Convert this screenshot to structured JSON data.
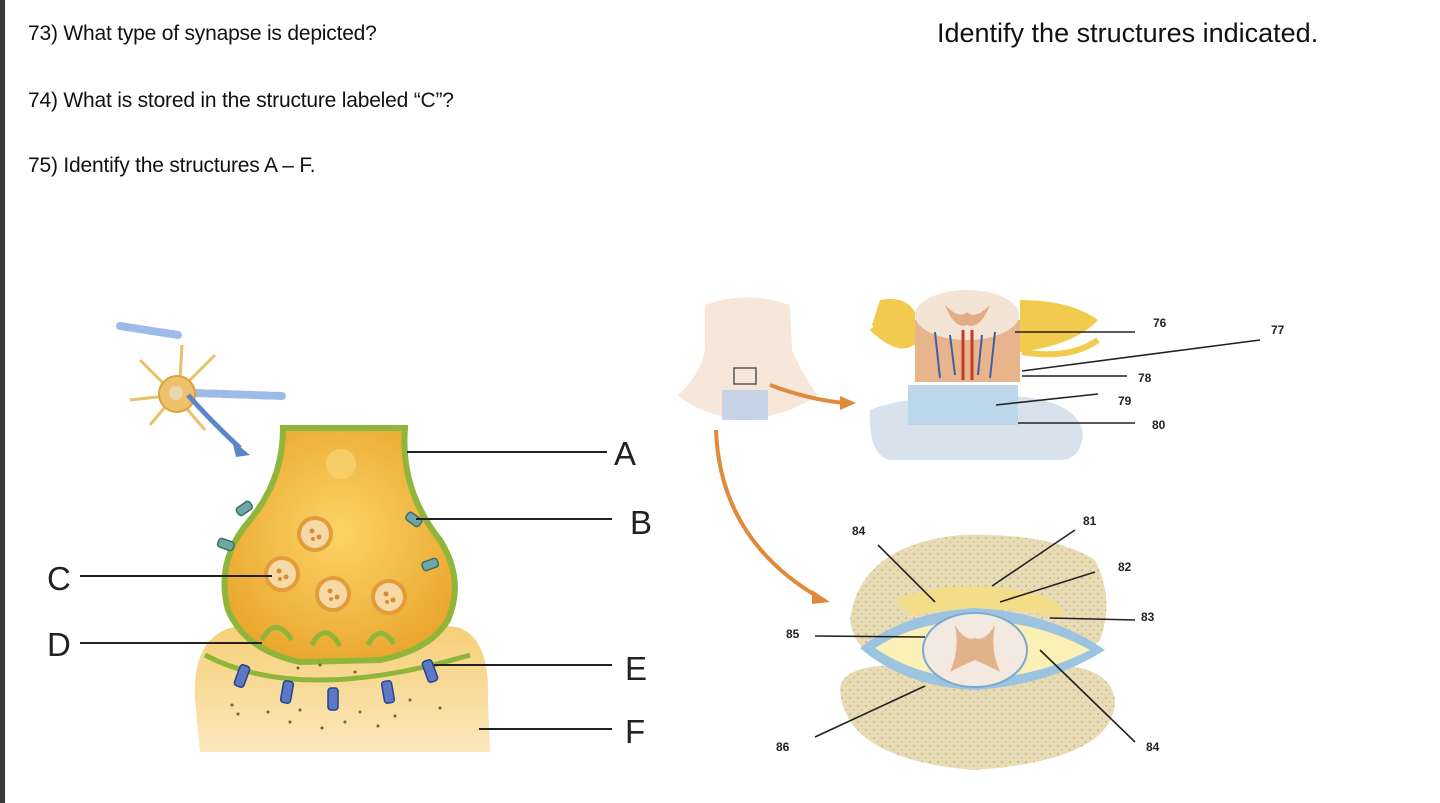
{
  "questions": [
    "73) What type of synapse is depicted?",
    "74) What is stored in the structure labeled “C”?",
    "75) Identify the structures A – F."
  ],
  "heading": "Identify the structures indicated.",
  "synapse_labels": [
    "A",
    "B",
    "C",
    "D",
    "E",
    "F"
  ],
  "spinal_labels": [
    "76",
    "77",
    "78",
    "79",
    "80",
    "81",
    "82",
    "83",
    "84",
    "85",
    "86",
    "84"
  ],
  "colors": {
    "axon_terminal": "#f2b53a",
    "membrane_green": "#8fb63a",
    "vesicle": "#f6d9a4",
    "spinal_white": "#f3e9e0",
    "spinal_gray": "#e2b28a",
    "bone": "#e7d8ad",
    "meninges_blue": "#9cc3e0",
    "arrow_orange": "#e08a3c",
    "arrow_blue": "#5a86c9"
  }
}
